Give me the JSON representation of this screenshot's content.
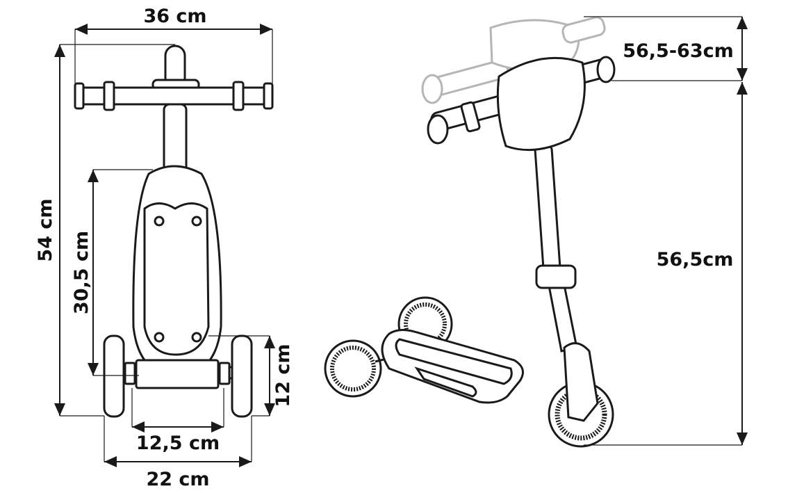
{
  "dimensions": {
    "handlebar_width": "36 cm",
    "total_length": "54 cm",
    "deck_length": "30,5 cm",
    "wheel_diameter": "12 cm",
    "inner_wheel_gap": "12,5 cm",
    "rear_track_width": "22 cm",
    "height_adjust_range": "56,5-63cm",
    "min_height": "56,5cm"
  }
}
